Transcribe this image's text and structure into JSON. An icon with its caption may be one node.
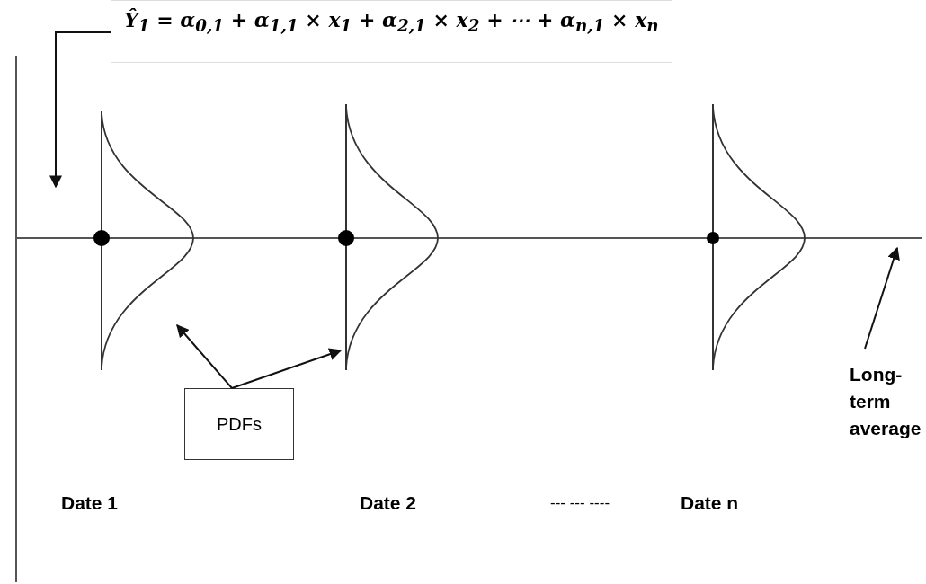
{
  "diagram": {
    "nodes": [
      {
        "text": [
          "Ŷ$_{1}$ = α$_{0,1}$ + α$_{1,1}$ × x$_{1}$ + α$_{2,1}$ × x$_{2}$ + ⋯ + α$_{n,1}$ × x$_{n}$"
        ]
      },
      {
        "text": [],
        "shape": "curve"
      },
      {
        "text": [],
        "shape": "curve"
      },
      {
        "text": [],
        "shape": "curve"
      },
      {
        "text": [
          "PDFs"
        ]
      },
      {
        "text": [
          "Long-term average"
        ]
      }
    ],
    "edges": [
      {
        "from": 0,
        "to": null,
        "arrow": "to"
      },
      {
        "from": 4,
        "to": 1,
        "arrow": "to"
      },
      {
        "from": 4,
        "to": 2,
        "arrow": "to"
      },
      {
        "from": 5,
        "to": null,
        "arrow": "to"
      }
    ],
    "labels": [
      "Date 1",
      "Date 2",
      "--- --- ----",
      "Date n"
    ]
  }
}
